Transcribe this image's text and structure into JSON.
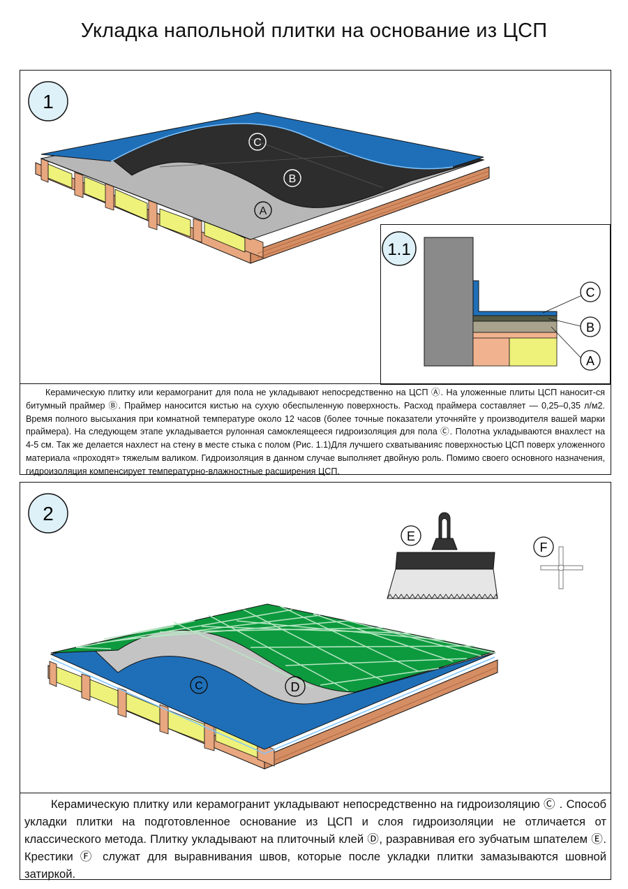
{
  "page": {
    "title": "Укладка напольной плитки на основание из ЦСП"
  },
  "step1": {
    "number": "1",
    "inset_number": "1.1",
    "labels": {
      "a": "A",
      "b": "B",
      "c": "C"
    },
    "text": "Керамическую плитку или керамогранит для пола не укладывают непосредственно на ЦСП Ⓐ.  На уложенные плиты ЦСП наносит-ся битумный праймер Ⓑ. Праймер наносится кистью на сухую обеспыленную поверхность. Расход праймера составляет  — 0,25–0,35 л/м2. Время полного высыхания при комнатной температуре около 12 часов (более точные показатели уточняйте у производителя вашей марки праймера). На следующем этапе укладывается рулонная самоклеящееся гидроизоляция для пола Ⓒ. Полотна укладываются внахлест на 4-5 см. Так же делается нахлест на стену в месте стыка с полом (Рис. 1.1)Для лучшего схватыванияс поверхностью ЦСП поверх уложенного материала «проходят» тяжелым валиком. Гидроизоляция в данном случае выполняет двойную роль. Помимо своего основного назначения, гидроизоляция компенсирует температурно-влажностные расширения ЦСП."
  },
  "step2": {
    "number": "2",
    "labels": {
      "c": "C",
      "d": "D",
      "e": "E",
      "f": "F"
    },
    "text": "Керамическую плитку или керамогранит укладывают непосредственно на гидроизоляцию Ⓒ . Способ укладки плитки на подготовленное основание из ЦСП и слоя гидроизоляции не отличается от классического метода.  Плитку укладывают на плиточный клей Ⓓ, разравнивая его зубчатым шпателем Ⓔ. Крестики Ⓕ служат для выравнивания швов, которые после укладки плитки замазываются шовной затиркой."
  },
  "colors": {
    "membrane": "#1f6fb8",
    "bitumen": "#2d2d2d",
    "csp": "#b7b7b7",
    "tile": "#0d9a3e",
    "insulation": "#eef27a",
    "joist": "#e8a77f",
    "wall": "#8a8a8a",
    "circle_fill": "#dff1f8"
  }
}
